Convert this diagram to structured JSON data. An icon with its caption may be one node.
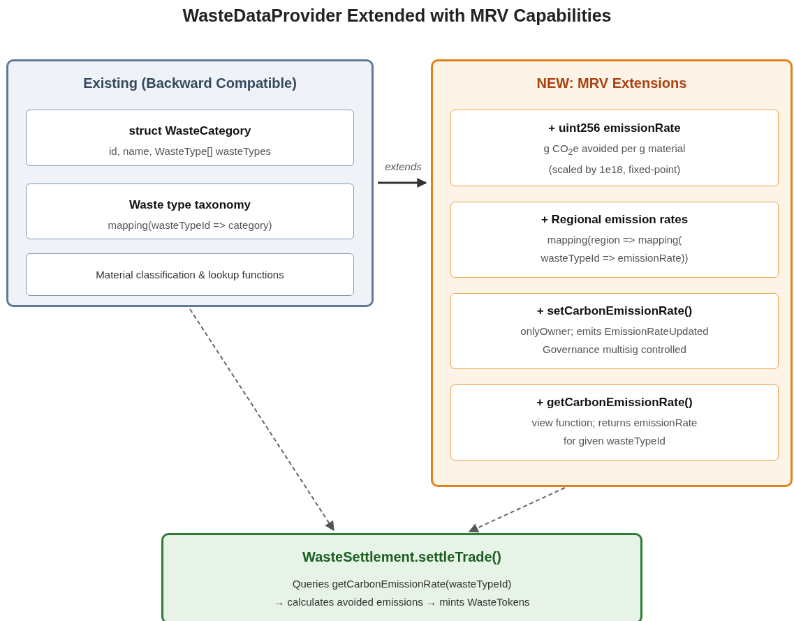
{
  "diagram": {
    "title": "WasteDataProvider Extended with MRV Capabilities",
    "nodes": [
      {
        "text": [
          "Existing (Backward Compatible)"
        ]
      },
      {
        "text": [
          "struct WasteCategory",
          "id, name, WasteType[] wasteTypes"
        ],
        "in": 0
      },
      {
        "text": [
          "Waste type taxonomy",
          "mapping(wasteTypeId => category)"
        ],
        "in": 0
      },
      {
        "text": [
          "Material classification & lookup functions"
        ],
        "in": 0
      },
      {
        "text": [
          "NEW: MRV Extensions"
        ]
      },
      {
        "text": [
          "+ uint256 emissionRate",
          "g CO$_{2}$e avoided per g material",
          "(scaled by 1e18, fixed-point)"
        ],
        "in": 4
      },
      {
        "text": [
          "+ Regional emission rates",
          "mapping(region => mapping( wasteTypeId => emissionRate))"
        ],
        "in": 4
      },
      {
        "text": [
          "+ setCarbonEmissionRate()",
          "onlyOwner; emits EmissionRateUpdated",
          "Governance multisig controlled"
        ],
        "in": 4
      },
      {
        "text": [
          "+ getCarbonEmissionRate()",
          "view function; returns emissionRate for given wasteTypeId"
        ],
        "in": 4
      },
      {
        "text": [
          "WasteSettlement.settleTrade()",
          "Queries getCarbonEmissionRate(wasteTypeId)",
          "→ calculates avoided emissions → mints WasteTokens"
        ]
      }
    ],
    "edges": [
      {
        "from": 0,
        "to": 4,
        "arrow": "to",
        "label": "extends"
      },
      {
        "from": 0,
        "to": 9,
        "arrow": "to",
        "style": "dashed"
      },
      {
        "from": 4,
        "to": 9,
        "arrow": "to",
        "style": "dashed"
      }
    ]
  }
}
